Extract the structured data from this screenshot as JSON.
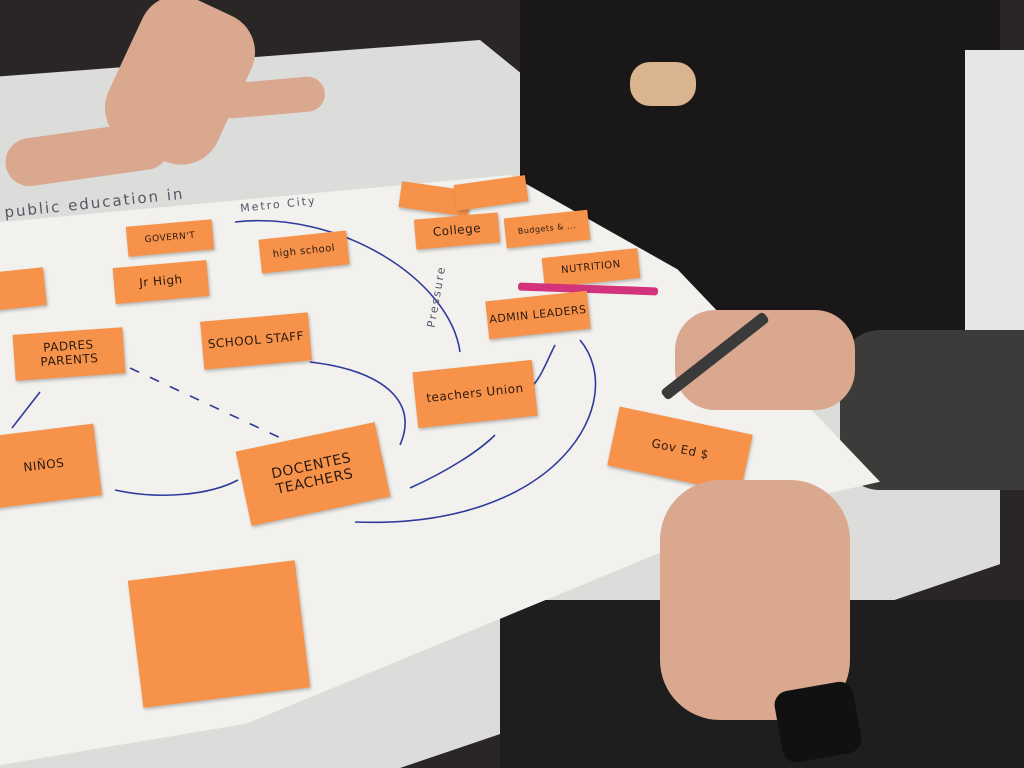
{
  "poster": {
    "title": "public education in",
    "subtitle": "Metro City",
    "arrow_label": "Pressure"
  },
  "notes": {
    "govern": "GOVERN'T",
    "jr_high": "Jr High",
    "high_school": "high school",
    "college": "College",
    "budgets": "Budgets & ...",
    "nutrition": "NUTRITION",
    "admin": "ADMIN LEADERS",
    "staff": "SCHOOL STAFF",
    "parents": "PADRES PARENTS",
    "ninos": "NIÑOS",
    "teachers": "DOCENTES TEACHERS",
    "union": "teachers Union",
    "gov_ed": "Gov Ed $"
  },
  "colors": {
    "sticky_note": "#f7924a",
    "paper": "#f2f1ee",
    "table": "#dcdcda",
    "ink": "#2f3a9a",
    "marker": "#d2337a"
  }
}
